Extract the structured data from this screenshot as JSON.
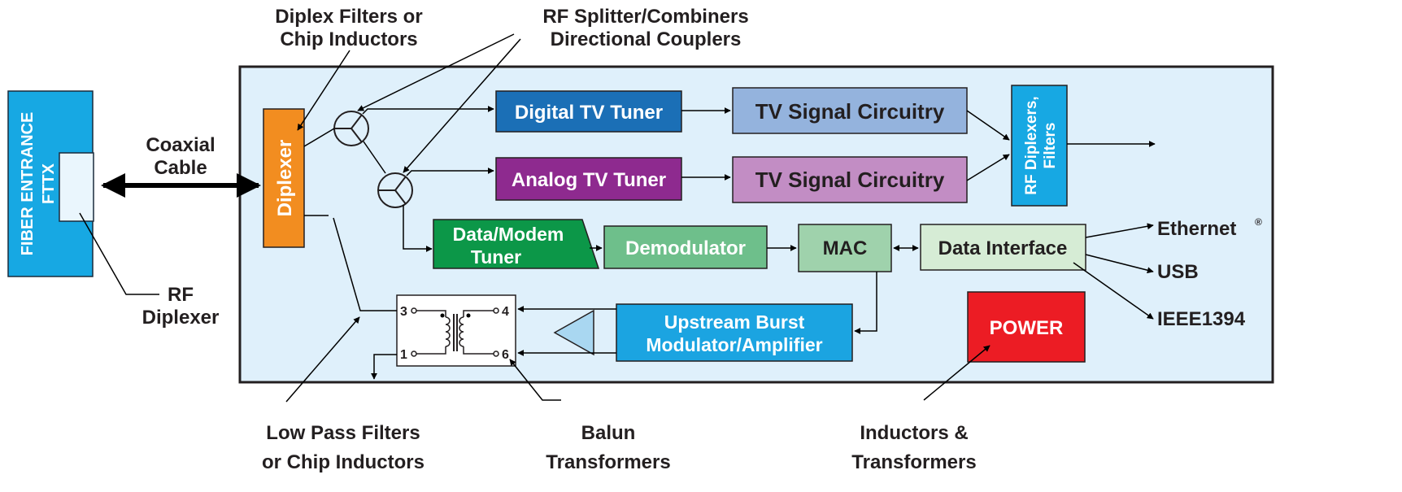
{
  "fiber": {
    "line1": "FIBER ENTRANCE",
    "line2": "FTTX"
  },
  "coax": {
    "line1": "Coaxial",
    "line2": "Cable"
  },
  "rf_diplexer_label": {
    "line1": "RF",
    "line2": "Diplexer"
  },
  "diplexer": "Diplexer",
  "blocks": {
    "digital_tuner": "Digital TV Tuner",
    "analog_tuner": "Analog TV Tuner",
    "tv_signal_1": "TV Signal Circuitry",
    "tv_signal_2": "TV Signal Circuitry",
    "rf_diplexers": {
      "line1": "RF Diplexers,",
      "line2": "Filters"
    },
    "data_modem": {
      "line1": "Data/Modem",
      "line2": "Tuner"
    },
    "demodulator": "Demodulator",
    "mac": "MAC",
    "data_interface": "Data Interface",
    "upstream": {
      "line1": "Upstream Burst",
      "line2": "Modulator/Amplifier"
    },
    "power": "POWER"
  },
  "balun_pins": {
    "p3": "3",
    "p4": "4",
    "p1": "1",
    "p6": "6"
  },
  "outputs": {
    "ethernet": "Ethernet",
    "ethernet_mark": "®",
    "usb": "USB",
    "ieee": "IEEE1394"
  },
  "callouts": {
    "diplex_filters": {
      "line1": "Diplex Filters or",
      "line2": "Chip Inductors"
    },
    "rf_splitter": {
      "line1": "RF Splitter/Combiners",
      "line2": "Directional Couplers"
    },
    "low_pass": {
      "line1": "Low Pass Filters",
      "line2": "or  Chip Inductors"
    },
    "balun": {
      "line1": "Balun",
      "line2": "Transformers"
    },
    "inductors": {
      "line1": "Inductors &",
      "line2": "Transformers"
    }
  },
  "colors": {
    "panel_bg": "#dff0fb",
    "fiber": "#17a8e3",
    "diplexer": "#f28d20",
    "digital_tuner": "#1b6fb6",
    "analog_tuner": "#8e2a8f",
    "tv_signal_1": "#94b3dd",
    "tv_signal_2": "#c28dc4",
    "rf_diplexers": "#17a8e3",
    "data_modem": "#0c9748",
    "demodulator": "#6ebf8b",
    "mac": "#9fd2ac",
    "data_interface": "#d6ecd5",
    "upstream": "#1ba4e1",
    "power": "#ec1c24"
  }
}
